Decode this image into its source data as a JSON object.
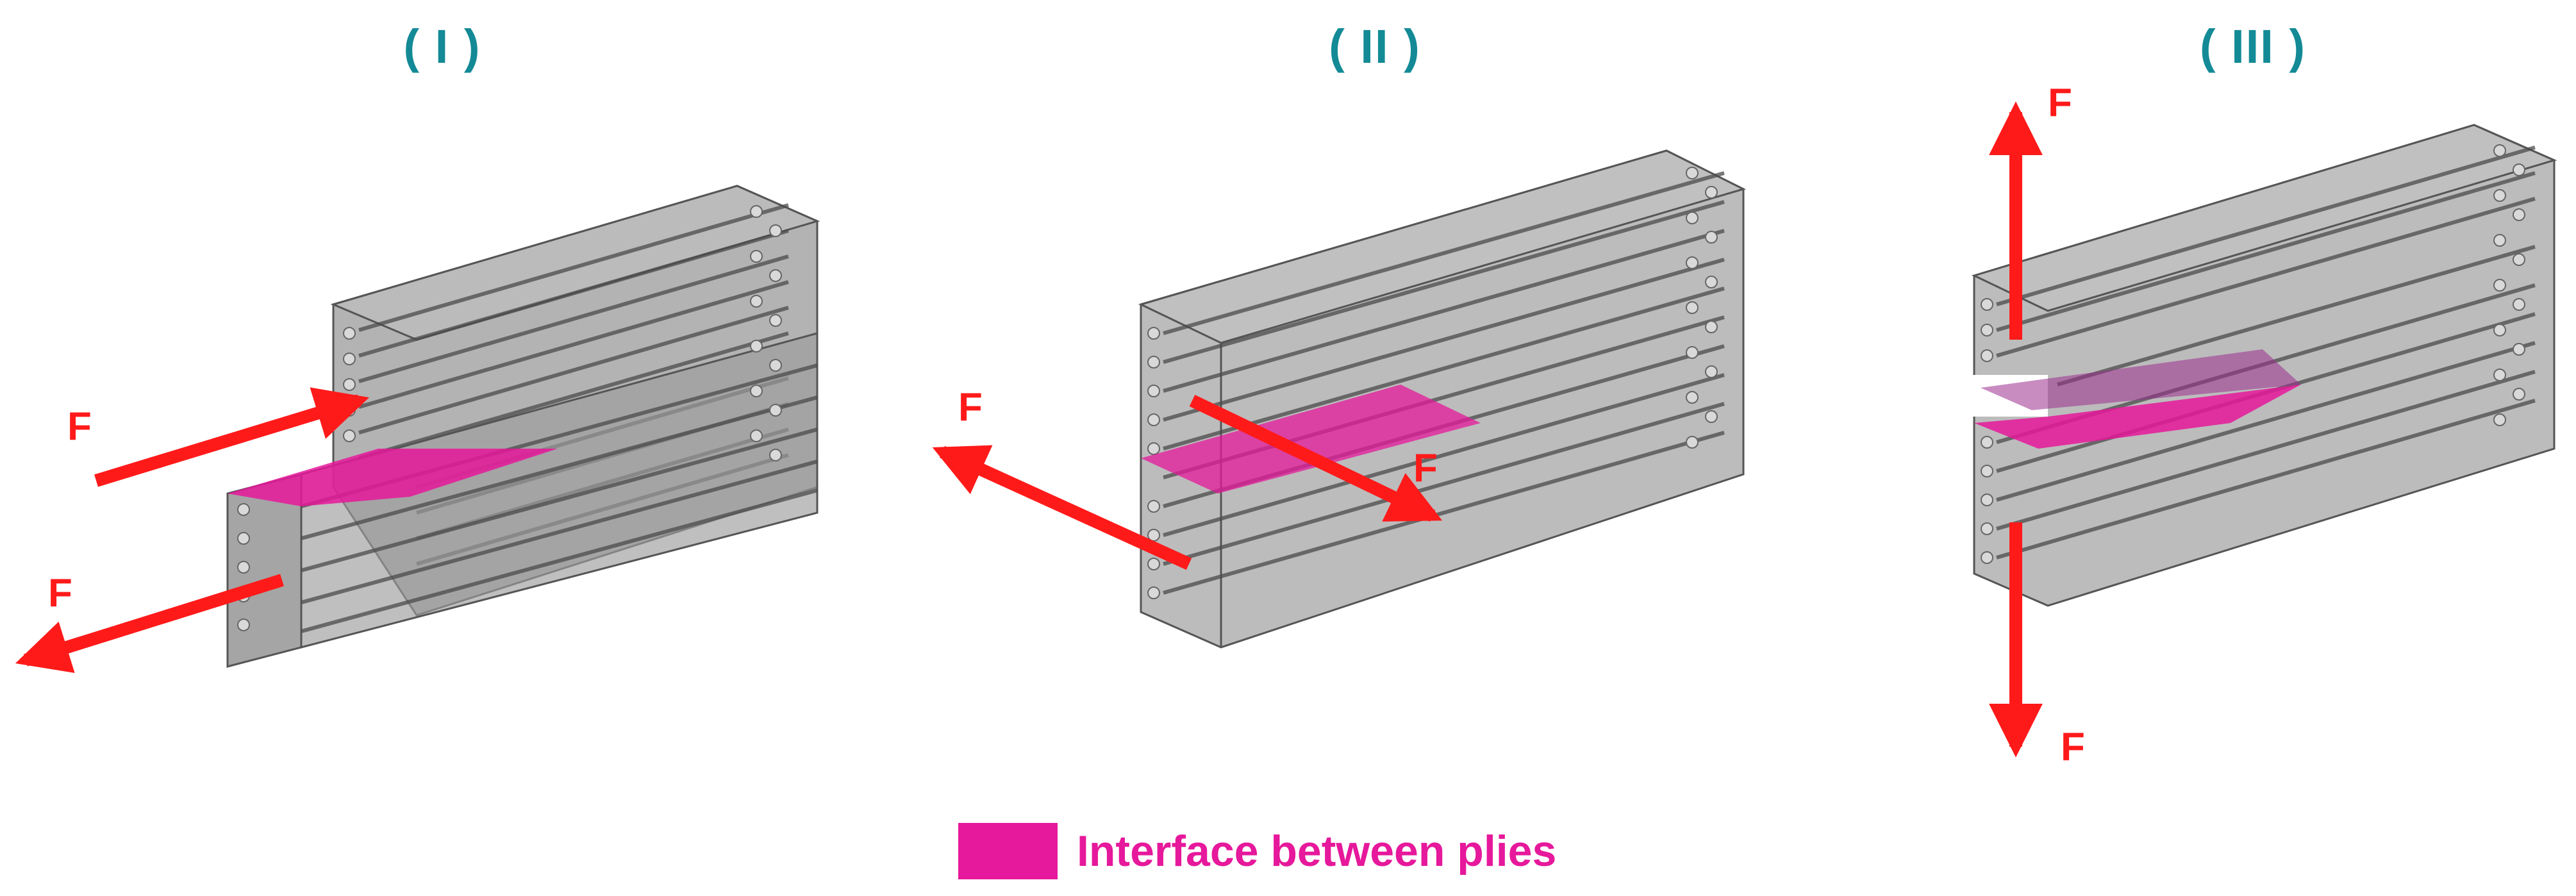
{
  "titles": {
    "mode_1": "( I )",
    "mode_2": "( II )",
    "mode_3": "( III )"
  },
  "force_label": "F",
  "legend": {
    "label": "Interface between plies"
  },
  "colors": {
    "title": "#138a96",
    "force_arrow": "#ff1a1a",
    "interface": "#e6189b",
    "block": "#8a8a8a"
  }
}
